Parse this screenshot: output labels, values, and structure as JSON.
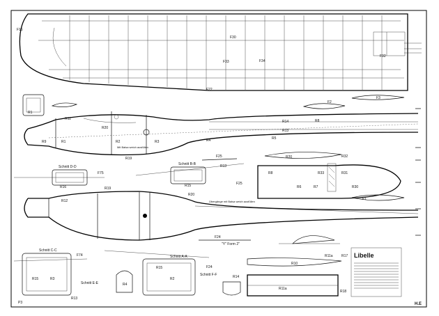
{
  "sheet": {
    "title": "Libelle",
    "corner_left": "P3",
    "corner_right": "H.E"
  },
  "labels": {
    "F16": "F16",
    "F30": "F30",
    "F32": "F32",
    "F33": "F33",
    "F34": "F34",
    "F22": "F22",
    "R1_top": "R1",
    "F2": "F2",
    "F3": "F3",
    "R11": "R11",
    "R20": "R20",
    "R2": "R2",
    "R3": "R3",
    "R9": "R9",
    "R1": "R1",
    "R19": "R19",
    "R14": "R14",
    "R8": "R8",
    "R13": "R13",
    "R4": "R4",
    "R5": "R5",
    "F25_a": "F25",
    "F20": "R20",
    "R32": "R32",
    "R33": "R33",
    "R31": "R31",
    "R6": "R6",
    "R7": "R7",
    "R30": "R30",
    "F1": "F1",
    "schnitt_dd": "Schnitt D-D",
    "F75": "F75",
    "R16": "R16",
    "schnitt_bb": "Schnitt B-B",
    "R15_b": "R15",
    "R13_b": "R13",
    "F25_b": "F25",
    "R12": "R12",
    "R20_b": "R20",
    "F24_a": "F24",
    "form_y": "\"Y\" Form 2\"",
    "schnitt_cc": "Schnitt C-C",
    "F74": "F74",
    "R15_c": "R15",
    "R3_c": "R3",
    "R13_c": "R13",
    "schnitt_ee": "Schnitt E-E",
    "R4_e": "R4",
    "schnitt_aa": "Schnitt A-A",
    "R15_a": "R15",
    "R2_a": "R2",
    "F24_b": "F24",
    "schnitt_ff": "Schnitt F-F",
    "R14_f": "R14",
    "R10": "R10",
    "R11a": "R11a",
    "R17": "R17",
    "R11a_b": "R11a",
    "R18": "R18",
    "note_1": "Mit Balsa weich ausfüllen",
    "note_2": "Übergänge mit Balsa weich ausfüllen"
  },
  "colors": {
    "ink": "#111111",
    "paper": "#ffffff",
    "border": "#000000"
  }
}
